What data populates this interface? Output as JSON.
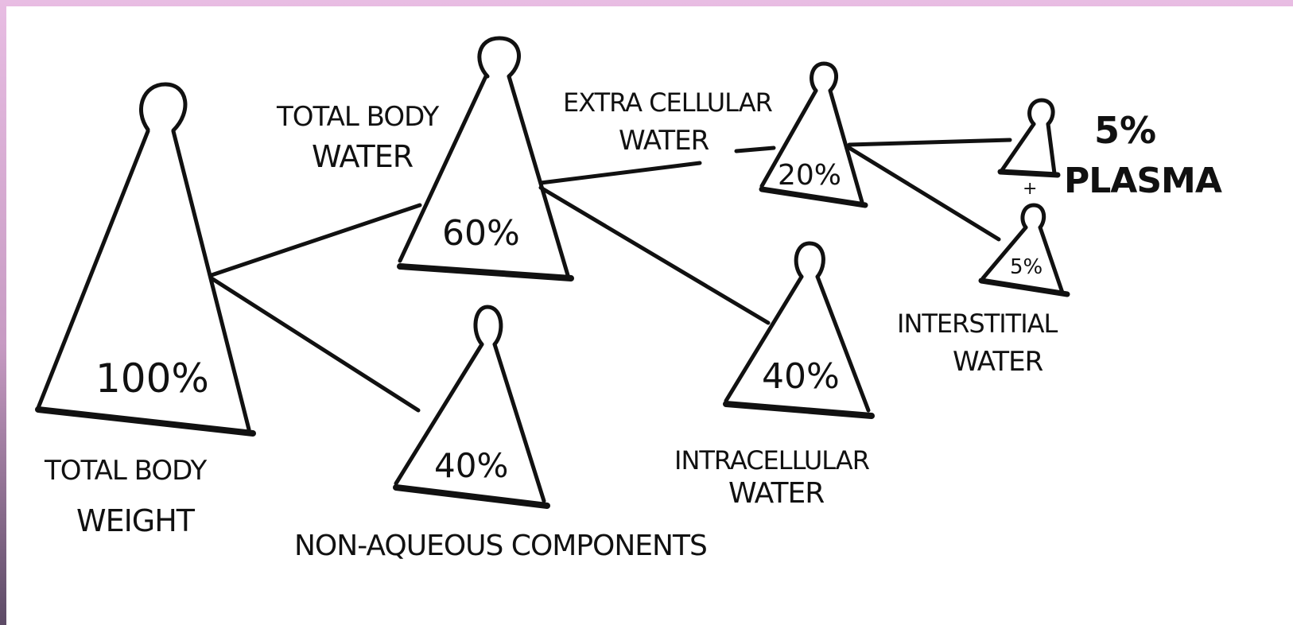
{
  "nodes": {
    "total_body_weight": {
      "percent": "100%",
      "label_line1": "TOTAL BODY",
      "label_line2": "WEIGHT"
    },
    "total_body_water": {
      "percent": "60%",
      "label_line1": "TOTAL BODY",
      "label_line2": "WATER"
    },
    "non_aqueous": {
      "percent": "40%",
      "label": "NON-AQUEOUS COMPONENTS"
    },
    "extracellular_water": {
      "percent": "20%",
      "label_line1": "EXTRA CELLULAR",
      "label_line2": "WATER"
    },
    "intracellular_water": {
      "percent": "40%",
      "label_line1": "INTRACELLULAR",
      "label_line2": "WATER"
    },
    "plasma": {
      "percent": "5%",
      "label": "PLASMA"
    },
    "interstitial_water": {
      "percent": "5%",
      "label_line1": "INTERSTITIAL",
      "label_line2": "WATER"
    }
  },
  "plus_sign": "+"
}
